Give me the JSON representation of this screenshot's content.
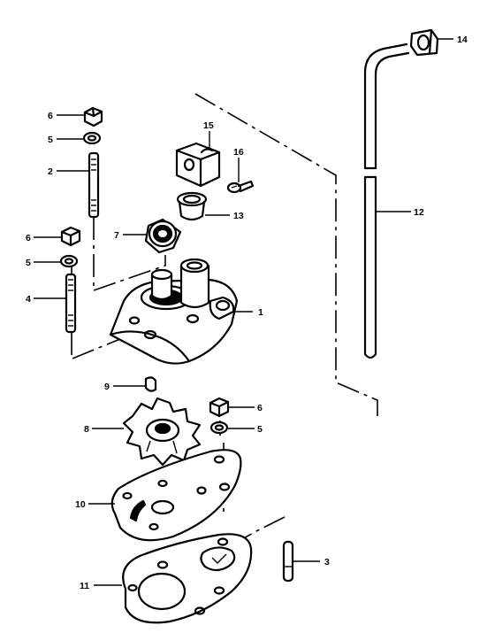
{
  "callouts": [
    {
      "id": "c1",
      "text": "1"
    },
    {
      "id": "c2",
      "text": "2"
    },
    {
      "id": "c3",
      "text": "3"
    },
    {
      "id": "c4",
      "text": "4"
    },
    {
      "id": "c5a",
      "text": "5"
    },
    {
      "id": "c5b",
      "text": "5"
    },
    {
      "id": "c5c",
      "text": "5"
    },
    {
      "id": "c6a",
      "text": "6"
    },
    {
      "id": "c6b",
      "text": "6"
    },
    {
      "id": "c6c",
      "text": "6"
    },
    {
      "id": "c7",
      "text": "7"
    },
    {
      "id": "c8",
      "text": "8"
    },
    {
      "id": "c9",
      "text": "9"
    },
    {
      "id": "c10",
      "text": "10"
    },
    {
      "id": "c11",
      "text": "11"
    },
    {
      "id": "c12",
      "text": "12"
    },
    {
      "id": "c13",
      "text": "13"
    },
    {
      "id": "c14",
      "text": "14"
    },
    {
      "id": "c15",
      "text": "15"
    },
    {
      "id": "c16",
      "text": "16"
    }
  ]
}
